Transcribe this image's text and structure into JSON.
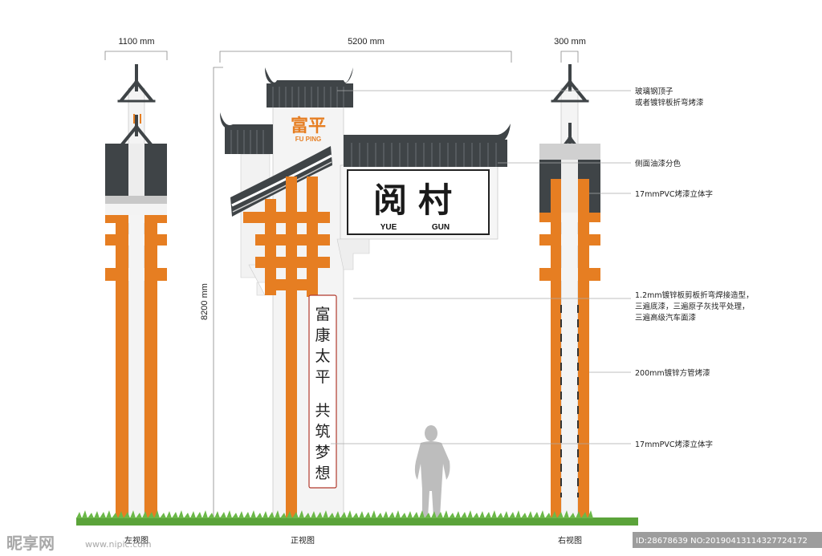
{
  "dimensions": {
    "left_width": "1100 mm",
    "front_width": "5200 mm",
    "right_width": "300 mm",
    "height": "8200 mm"
  },
  "sign": {
    "brand_cn": "富平",
    "brand_pinyin": "FU PING",
    "title_cn": "阅村",
    "title_pinyin_1": "YUE",
    "title_pinyin_2": "GUN",
    "slogan_line_1": [
      "富",
      "康",
      "太",
      "平"
    ],
    "slogan_line_2": [
      "共",
      "筑",
      "梦",
      "想"
    ]
  },
  "annotations": [
    {
      "lines": [
        "玻璃钢顶子",
        "或者镀锌板折弯烤漆"
      ]
    },
    {
      "lines": [
        "侧面油漆分色"
      ]
    },
    {
      "lines": [
        "17mmPVC烤漆立体字"
      ]
    },
    {
      "lines": [
        "1.2mm镀锌板剪板折弯焊接造型，",
        "三遍底漆，三遍原子灰找平处理，",
        "三遍高级汽车面漆"
      ]
    },
    {
      "lines": [
        "200mm镀锌方管烤漆"
      ]
    },
    {
      "lines": [
        "17mmPVC烤漆立体字"
      ]
    }
  ],
  "captions": {
    "left": "左视图",
    "front": "正视图",
    "right": "右视图"
  },
  "watermark": {
    "logo": "昵享网",
    "url": "www.nipic.com",
    "id_text": "ID:28678639 NO:20190413114327724172"
  },
  "colors": {
    "orange": "#E67E22",
    "roof": "#3F4447",
    "panel": "#F2F2F2",
    "grass": "#5BA33A",
    "silhouette": "#BDBDBD"
  }
}
